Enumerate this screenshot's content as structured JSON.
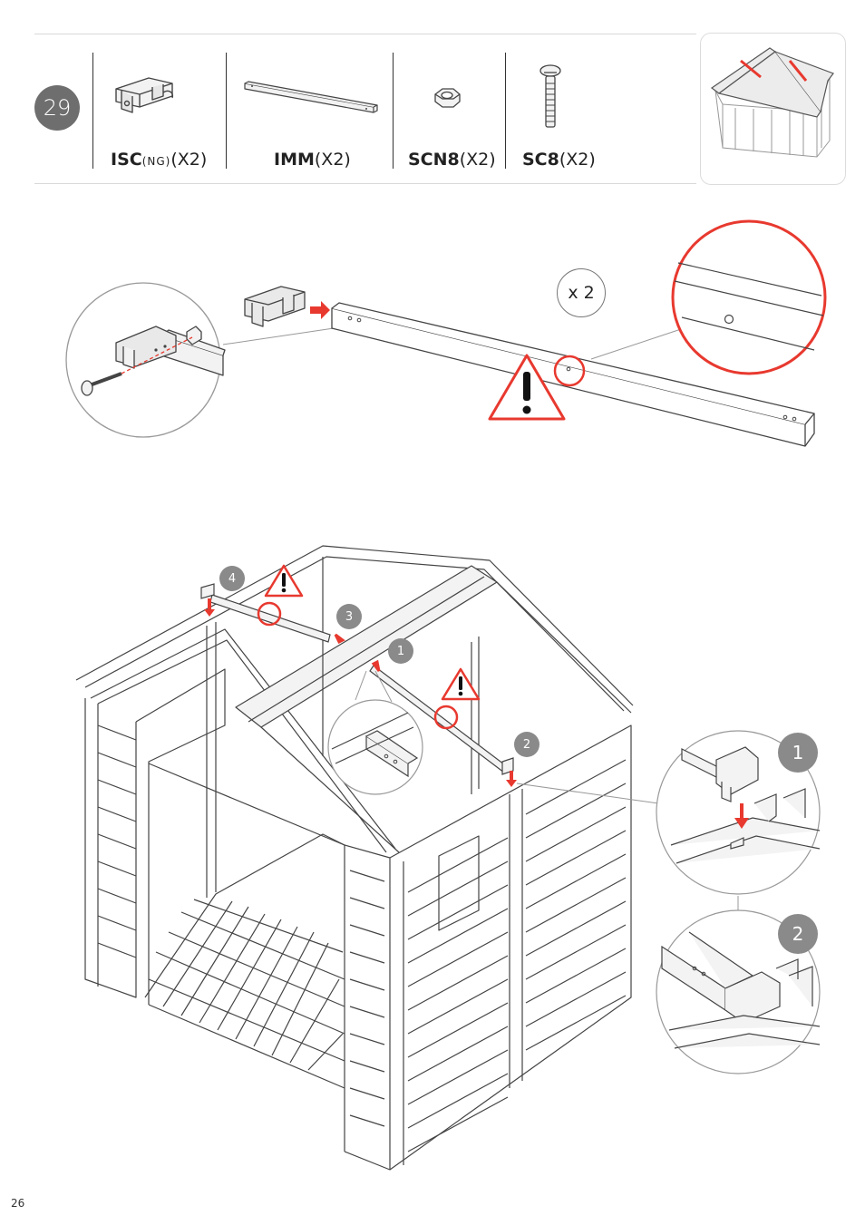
{
  "step": {
    "number": "29"
  },
  "parts": [
    {
      "code": "ISC",
      "suffix": "(NG)",
      "qty": "(X2)"
    },
    {
      "code": "IMM",
      "suffix": "",
      "qty": "(X2)"
    },
    {
      "code": "SCN8",
      "suffix": "",
      "qty": "(X2)"
    },
    {
      "code": "SC8",
      "suffix": "",
      "qty": "(X2)"
    }
  ],
  "assembly": {
    "multiplier": "x 2"
  },
  "callouts": {
    "main_1": "1",
    "main_2": "2",
    "main_3": "3",
    "main_4": "4",
    "detail_1": "1",
    "detail_2": "2"
  },
  "page": {
    "number": "26"
  },
  "colors": {
    "accent_red": "#e8392f",
    "badge_gray": "#8a8a8a",
    "line": "#333333"
  }
}
